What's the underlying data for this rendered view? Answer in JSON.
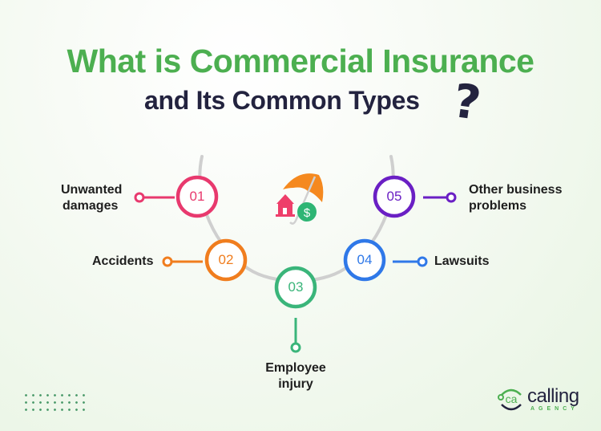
{
  "title": {
    "line1": "What is Commercial Insurance",
    "line2": "and Its Common Types",
    "question_mark": "?"
  },
  "colors": {
    "title_green": "#4caf50",
    "title_dark": "#23233f",
    "arc_gray": "#cfcfcf",
    "item1": "#e8396e",
    "item2": "#f07d1e",
    "item3": "#3ab57a",
    "item4": "#2f78e8",
    "item5": "#6a1fc4"
  },
  "items": [
    {
      "number": "01",
      "label_line1": "Unwanted",
      "label_line2": "damages",
      "color": "#e8396e"
    },
    {
      "number": "02",
      "label_line1": "Accidents",
      "label_line2": "",
      "color": "#f07d1e"
    },
    {
      "number": "03",
      "label_line1": "Employee",
      "label_line2": "injury",
      "color": "#3ab57a"
    },
    {
      "number": "04",
      "label_line1": "Lawsuits",
      "label_line2": "",
      "color": "#2f78e8"
    },
    {
      "number": "05",
      "label_line1": "Other business",
      "label_line2": "problems",
      "color": "#6a1fc4"
    }
  ],
  "center_icon": "umbrella-house-dollar-icon",
  "logo": {
    "mark": "ca",
    "word": "calling",
    "sub": "AGENCY"
  }
}
